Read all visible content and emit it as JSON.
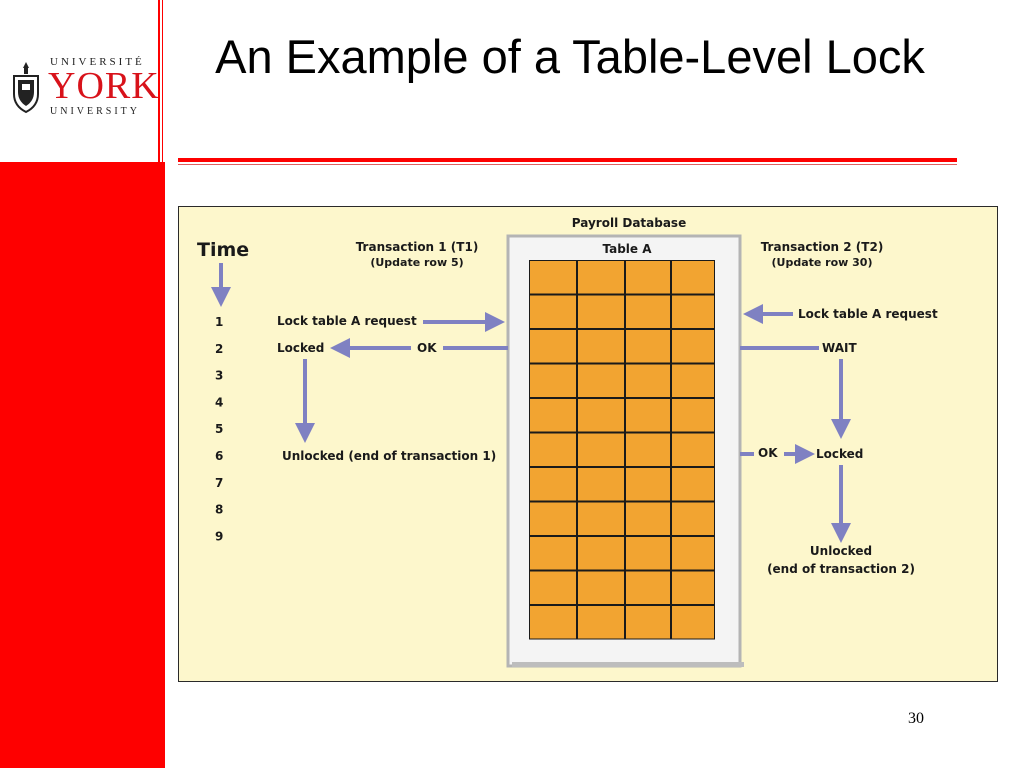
{
  "logo": {
    "line1": "UNIVERSITÉ",
    "line2": "YORK",
    "line3": "UNIVERSITY",
    "accent_color": "#d8121a"
  },
  "slide": {
    "title": "An Example of a Table-Level Lock",
    "page_number": "30",
    "band_color": "#fe0000"
  },
  "diagram": {
    "database_label": "Payroll Database",
    "table_label": "Table A",
    "table_rows": 11,
    "table_cols": 4,
    "cell_color": "#f2a431",
    "arrow_color": "#7f81c2",
    "time_label": "Time",
    "time_steps": [
      "1",
      "2",
      "3",
      "4",
      "5",
      "6",
      "7",
      "8",
      "9"
    ],
    "t1": {
      "title": "Transaction 1 (T1)",
      "subtitle": "(Update row 5)",
      "request": "Lock table A request",
      "locked": "Locked",
      "ok": "OK",
      "unlocked": "Unlocked (end of transaction 1)"
    },
    "t2": {
      "title": "Transaction 2 (T2)",
      "subtitle": "(Update row 30)",
      "request": "Lock table A request",
      "wait": "WAIT",
      "ok": "OK",
      "locked": "Locked",
      "unlocked_line1": "Unlocked",
      "unlocked_line2": "(end of transaction 2)"
    }
  }
}
